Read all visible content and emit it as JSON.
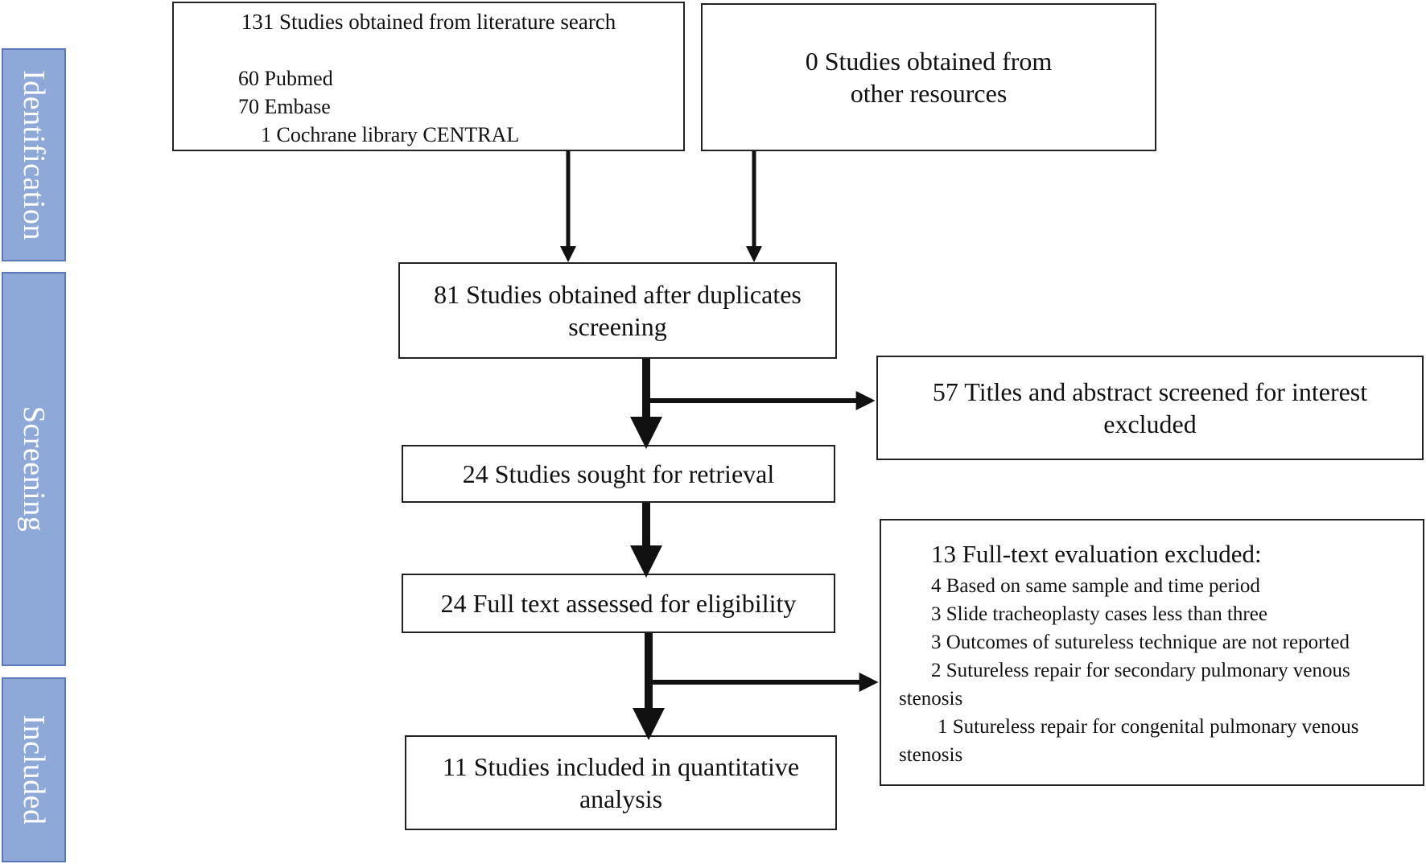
{
  "phases": {
    "identification": "Identification",
    "screening": "Screening",
    "included": "Included"
  },
  "boxes": {
    "literature_search": {
      "title": "131 Studies obtained from literature  search",
      "lines": [
        "60 Pubmed",
        "70 Embase",
        "1 Cochrane library  CENTRAL"
      ]
    },
    "other_resources": {
      "lines": [
        "0 Studies obtained from",
        "other resources"
      ]
    },
    "after_duplicates": {
      "lines": [
        "81 Studies obtained after duplicates",
        "screening"
      ]
    },
    "titles_excluded": {
      "lines": [
        "57  Titles and abstract screened for  interest",
        "excluded"
      ]
    },
    "sought_retrieval": {
      "lines": [
        "24 Studies sought for retrieval"
      ]
    },
    "full_text_assessed": {
      "lines": [
        "24 Full text assessed for eligibility"
      ]
    },
    "fulltext_excluded": {
      "heading": "13 Full-text  evaluation  excluded:",
      "items": [
        "4 Based on same sample  and time  period",
        "3 Slide  tracheoplasty  cases less  than  three",
        "3 Outcomes  of sutureless  technique  are not reported"
      ],
      "item4_a": "2 Sutureless  repair  for secondary  pulmonary  venous",
      "item4_b": "stenosis",
      "item5_a": "1 Sutureless  repair  for congenital  pulmonary  venous",
      "item5_b": "stenosis"
    },
    "included_studies": {
      "lines": [
        "11 Studies included in  quantitative",
        "analysis"
      ]
    }
  }
}
